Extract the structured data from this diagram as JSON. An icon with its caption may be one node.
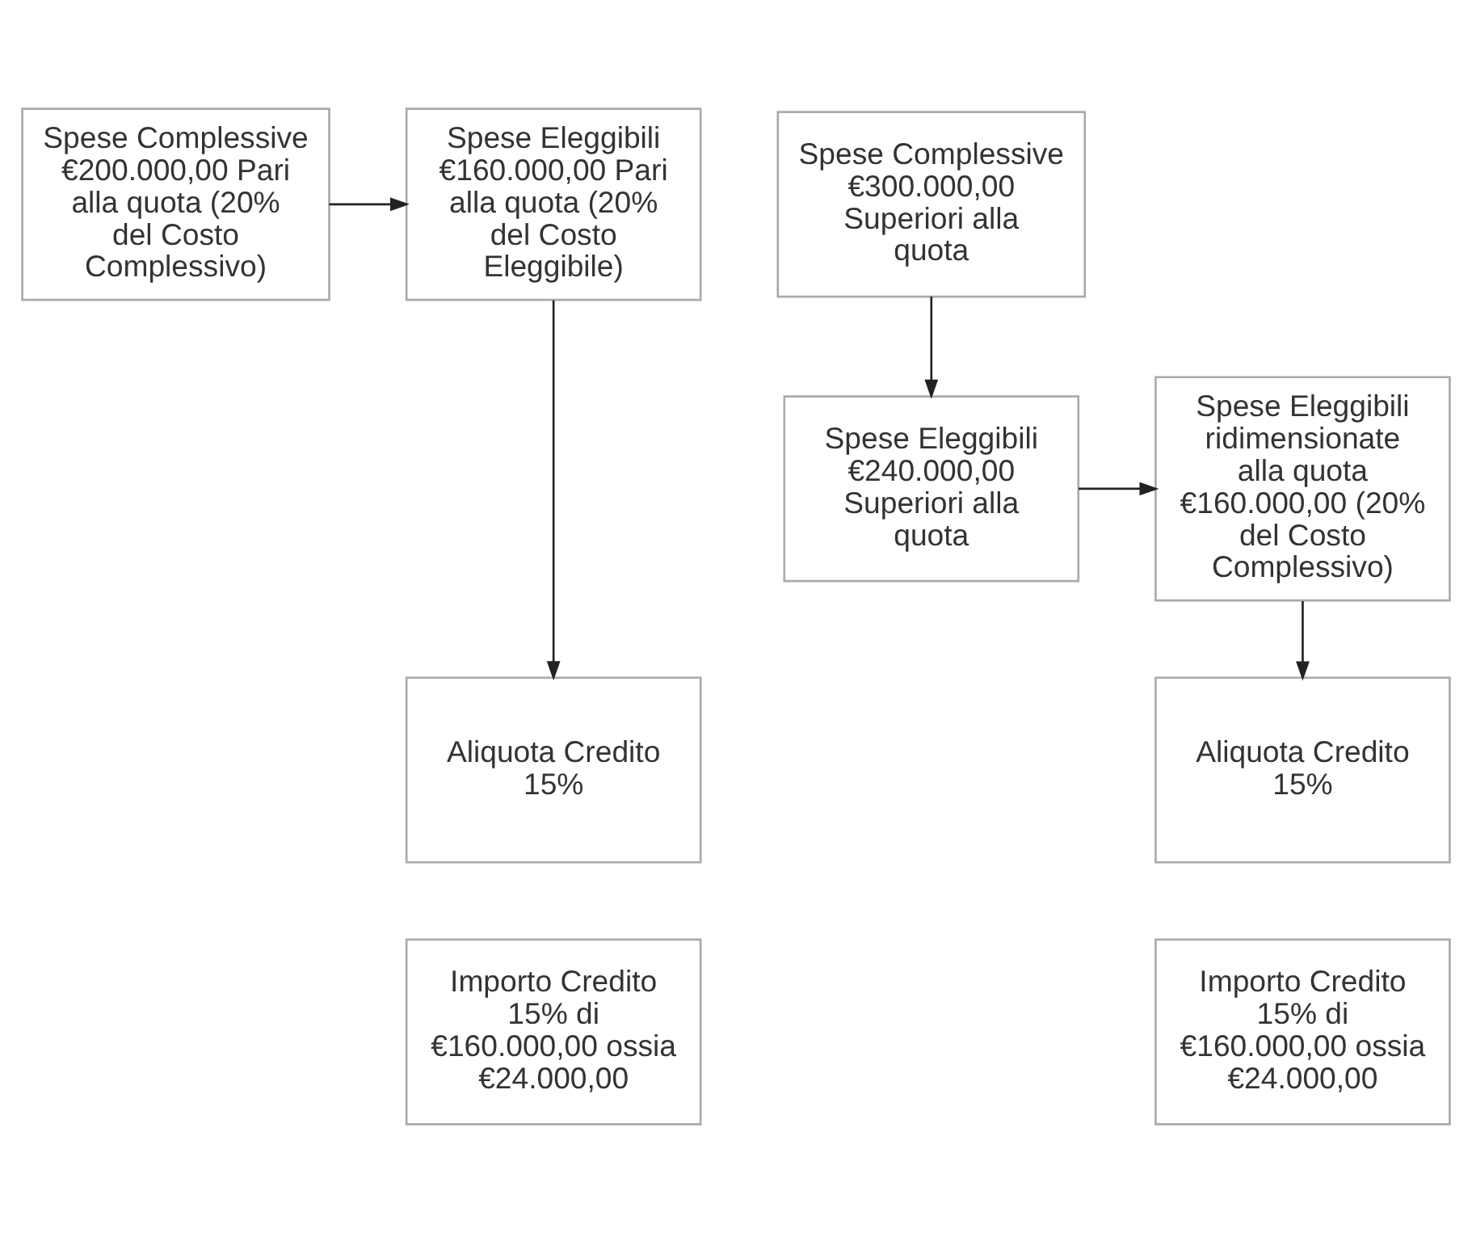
{
  "diagram": {
    "nodes": [
      {
        "text": [
          "Spese Complessive €200.000,00 Pari alla quota (20% del Costo Complessivo)"
        ]
      },
      {
        "text": [
          "Spese Eleggibili €160.000,00 Pari alla quota (20% del Costo Eleggibile)"
        ]
      },
      {
        "text": [
          "Spese Complessive €300.000,00 Superiori alla quota"
        ]
      },
      {
        "text": [
          "Spese Eleggibili €240.000,00 Superiori alla quota"
        ]
      },
      {
        "text": [
          "Spese Eleggibili ridimensionate alla quota €160.000,00 (20% del Costo Complessivo)"
        ]
      },
      {
        "text": [
          "Aliquota Credito 15%"
        ]
      },
      {
        "text": [
          "Importo Credito 15% di €160.000,00 ossia €24.000,00"
        ]
      },
      {
        "text": [
          "Aliquota Credito 15%"
        ]
      },
      {
        "text": [
          "Importo Credito 15% di €160.000,00 ossia €24.000,00"
        ]
      }
    ],
    "edges": [
      {
        "from": 0,
        "to": 1,
        "arrow": "to"
      },
      {
        "from": 1,
        "to": 5,
        "arrow": "to"
      },
      {
        "from": 2,
        "to": 3,
        "arrow": "to"
      },
      {
        "from": 3,
        "to": 4,
        "arrow": "to"
      },
      {
        "from": 4,
        "to": 7,
        "arrow": "to"
      }
    ]
  }
}
